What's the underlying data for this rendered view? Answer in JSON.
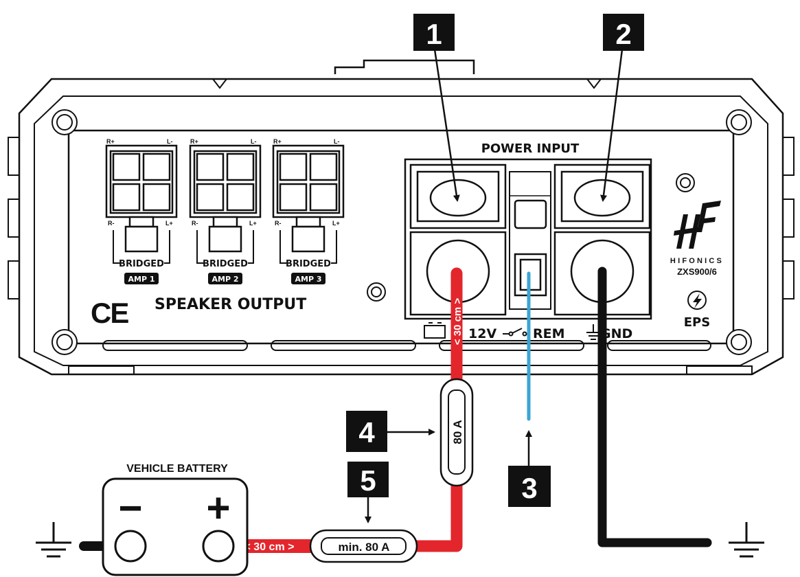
{
  "callouts": {
    "c1": "1",
    "c2": "2",
    "c3": "3",
    "c4": "4",
    "c5": "5"
  },
  "amplifier": {
    "power_input_label": "POWER INPUT",
    "speaker_output_label": "SPEAKER OUTPUT",
    "ce_mark": "CE",
    "brand_name": "HIFONICS",
    "model": "ZXS900/6",
    "eps_label": "EPS",
    "terminal_12v": "12V",
    "terminal_rem": "REM",
    "terminal_gnd": "GND",
    "pin_r_plus": "R+",
    "pin_l_minus": "L-",
    "pin_r_minus": "R-",
    "pin_l_plus": "L+",
    "bridged_label": "BRIDGED",
    "amp_channels": [
      "AMP 1",
      "AMP 2",
      "AMP 3"
    ]
  },
  "wiring": {
    "fuse_near_amp": "80 A",
    "fuse_near_battery": "min. 80 A",
    "length_near_amp": "< 30 cm >",
    "length_near_battery": "< 30 cm >",
    "wire_colors": {
      "power": "#e3262c",
      "remote": "#3aa6d4",
      "ground": "#111111"
    }
  },
  "battery": {
    "label": "VEHICLE BATTERY",
    "minus_symbol": "−",
    "plus_symbol": "+"
  },
  "icons": [
    "ground-symbol-icon",
    "battery-symbol-icon",
    "switch-symbol-icon",
    "lightning-bolt-icon",
    "hifonics-logo-icon"
  ]
}
